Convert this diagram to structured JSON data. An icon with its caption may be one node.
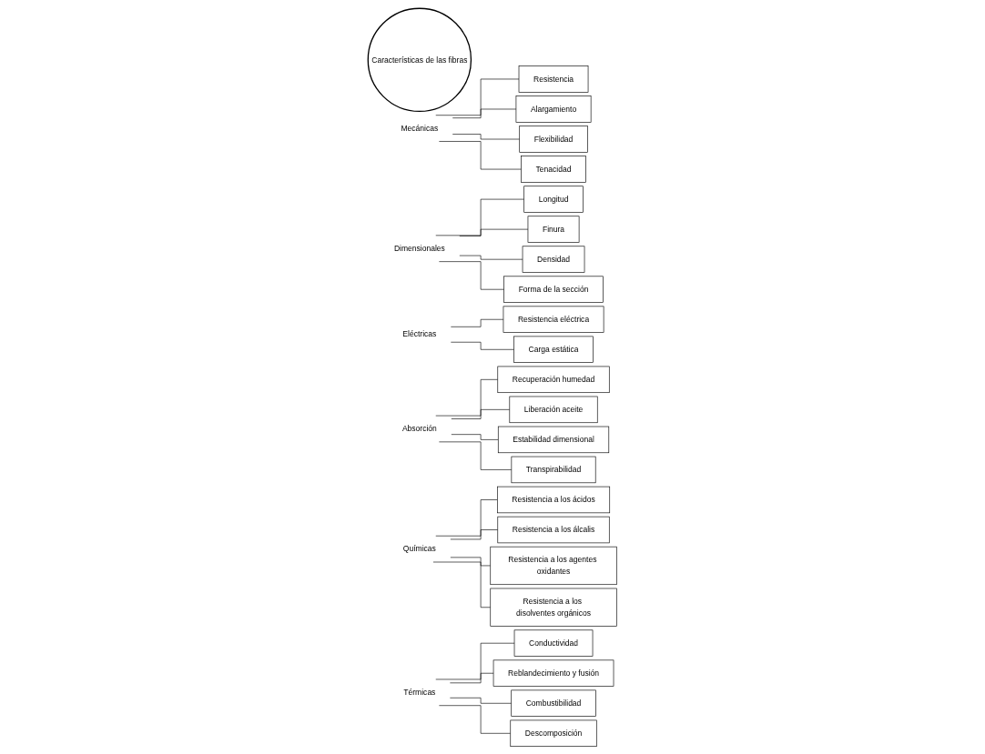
{
  "diagram": {
    "nodes": [
      {
        "text": [
          "Características de las fibras"
        ]
      },
      {
        "text": [
          "Mecánicas"
        ]
      },
      {
        "text": [
          "Resistencia"
        ]
      },
      {
        "text": [
          "Alargamiento"
        ]
      },
      {
        "text": [
          "Flexibilidad"
        ]
      },
      {
        "text": [
          "Tenacidad"
        ]
      },
      {
        "text": [
          "Dimensionales"
        ]
      },
      {
        "text": [
          "Longitud"
        ]
      },
      {
        "text": [
          "Finura"
        ]
      },
      {
        "text": [
          "Densidad"
        ]
      },
      {
        "text": [
          "Forma de la sección"
        ]
      },
      {
        "text": [
          "Eléctricas"
        ]
      },
      {
        "text": [
          "Resistencia eléctrica"
        ]
      },
      {
        "text": [
          "Carga estática"
        ]
      },
      {
        "text": [
          "Absorción"
        ]
      },
      {
        "text": [
          "Recuperación humedad"
        ]
      },
      {
        "text": [
          "Liberación aceite"
        ]
      },
      {
        "text": [
          "Estabilidad dimensional"
        ]
      },
      {
        "text": [
          "Transpirabilidad"
        ]
      },
      {
        "text": [
          "Químicas"
        ]
      },
      {
        "text": [
          "Resistencia a los ácidos"
        ]
      },
      {
        "text": [
          "Resistencia a los álcalis"
        ]
      },
      {
        "text": [
          "Resistencia a los agentes oxidantes"
        ]
      },
      {
        "text": [
          "Resistencia a los disolventes orgánicos"
        ]
      },
      {
        "text": [
          "Térmicas"
        ]
      },
      {
        "text": [
          "Conductividad"
        ]
      },
      {
        "text": [
          "Reblandecimiento y fusión"
        ]
      },
      {
        "text": [
          "Combustibilidad"
        ]
      },
      {
        "text": [
          "Descomposición"
        ]
      }
    ],
    "edges": [
      {
        "from": 1,
        "to": 2,
        "arrow": "none"
      },
      {
        "from": 1,
        "to": 3,
        "arrow": "none"
      },
      {
        "from": 1,
        "to": 4,
        "arrow": "none"
      },
      {
        "from": 1,
        "to": 5,
        "arrow": "none"
      },
      {
        "from": 6,
        "to": 7,
        "arrow": "none"
      },
      {
        "from": 6,
        "to": 8,
        "arrow": "none"
      },
      {
        "from": 6,
        "to": 9,
        "arrow": "none"
      },
      {
        "from": 6,
        "to": 10,
        "arrow": "none"
      },
      {
        "from": 11,
        "to": 12,
        "arrow": "none"
      },
      {
        "from": 11,
        "to": 13,
        "arrow": "none"
      },
      {
        "from": 14,
        "to": 15,
        "arrow": "none"
      },
      {
        "from": 14,
        "to": 16,
        "arrow": "none"
      },
      {
        "from": 14,
        "to": 17,
        "arrow": "none"
      },
      {
        "from": 14,
        "to": 18,
        "arrow": "none"
      },
      {
        "from": 19,
        "to": 20,
        "arrow": "none"
      },
      {
        "from": 19,
        "to": 21,
        "arrow": "none"
      },
      {
        "from": 19,
        "to": 22,
        "arrow": "none"
      },
      {
        "from": 19,
        "to": 23,
        "arrow": "none"
      },
      {
        "from": 24,
        "to": 25,
        "arrow": "none"
      },
      {
        "from": 24,
        "to": 26,
        "arrow": "none"
      },
      {
        "from": 24,
        "to": 27,
        "arrow": "none"
      },
      {
        "from": 24,
        "to": 28,
        "arrow": "none"
      }
    ]
  }
}
